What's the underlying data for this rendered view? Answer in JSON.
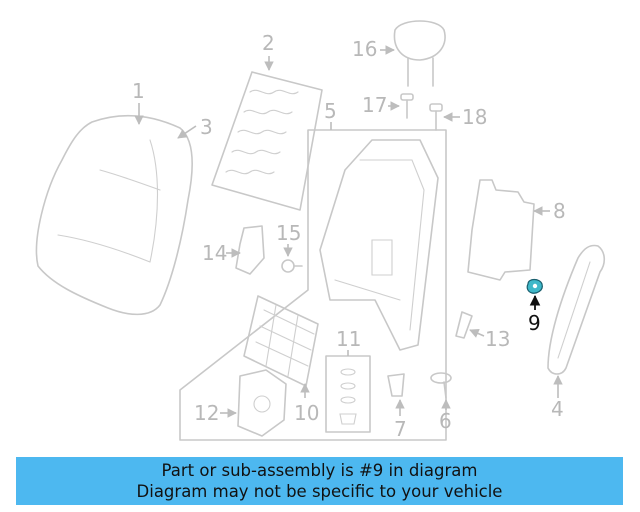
{
  "diagram": {
    "callouts": {
      "c1": "1",
      "c2": "2",
      "c3": "3",
      "c4": "4",
      "c5": "5",
      "c6": "6",
      "c7": "7",
      "c8": "8",
      "c9": "9",
      "c10": "10",
      "c11": "11",
      "c12": "12",
      "c13": "13",
      "c14": "14",
      "c15": "15",
      "c16": "16",
      "c17": "17",
      "c18": "18"
    },
    "highlight_part": "9",
    "colors": {
      "highlight": "#3fb8c9",
      "line": "#c8c8c8",
      "banner": "#4db8f0"
    }
  },
  "banner": {
    "line1": "Part or sub-assembly is #9 in diagram",
    "line2": "Diagram may not be specific to your vehicle"
  }
}
